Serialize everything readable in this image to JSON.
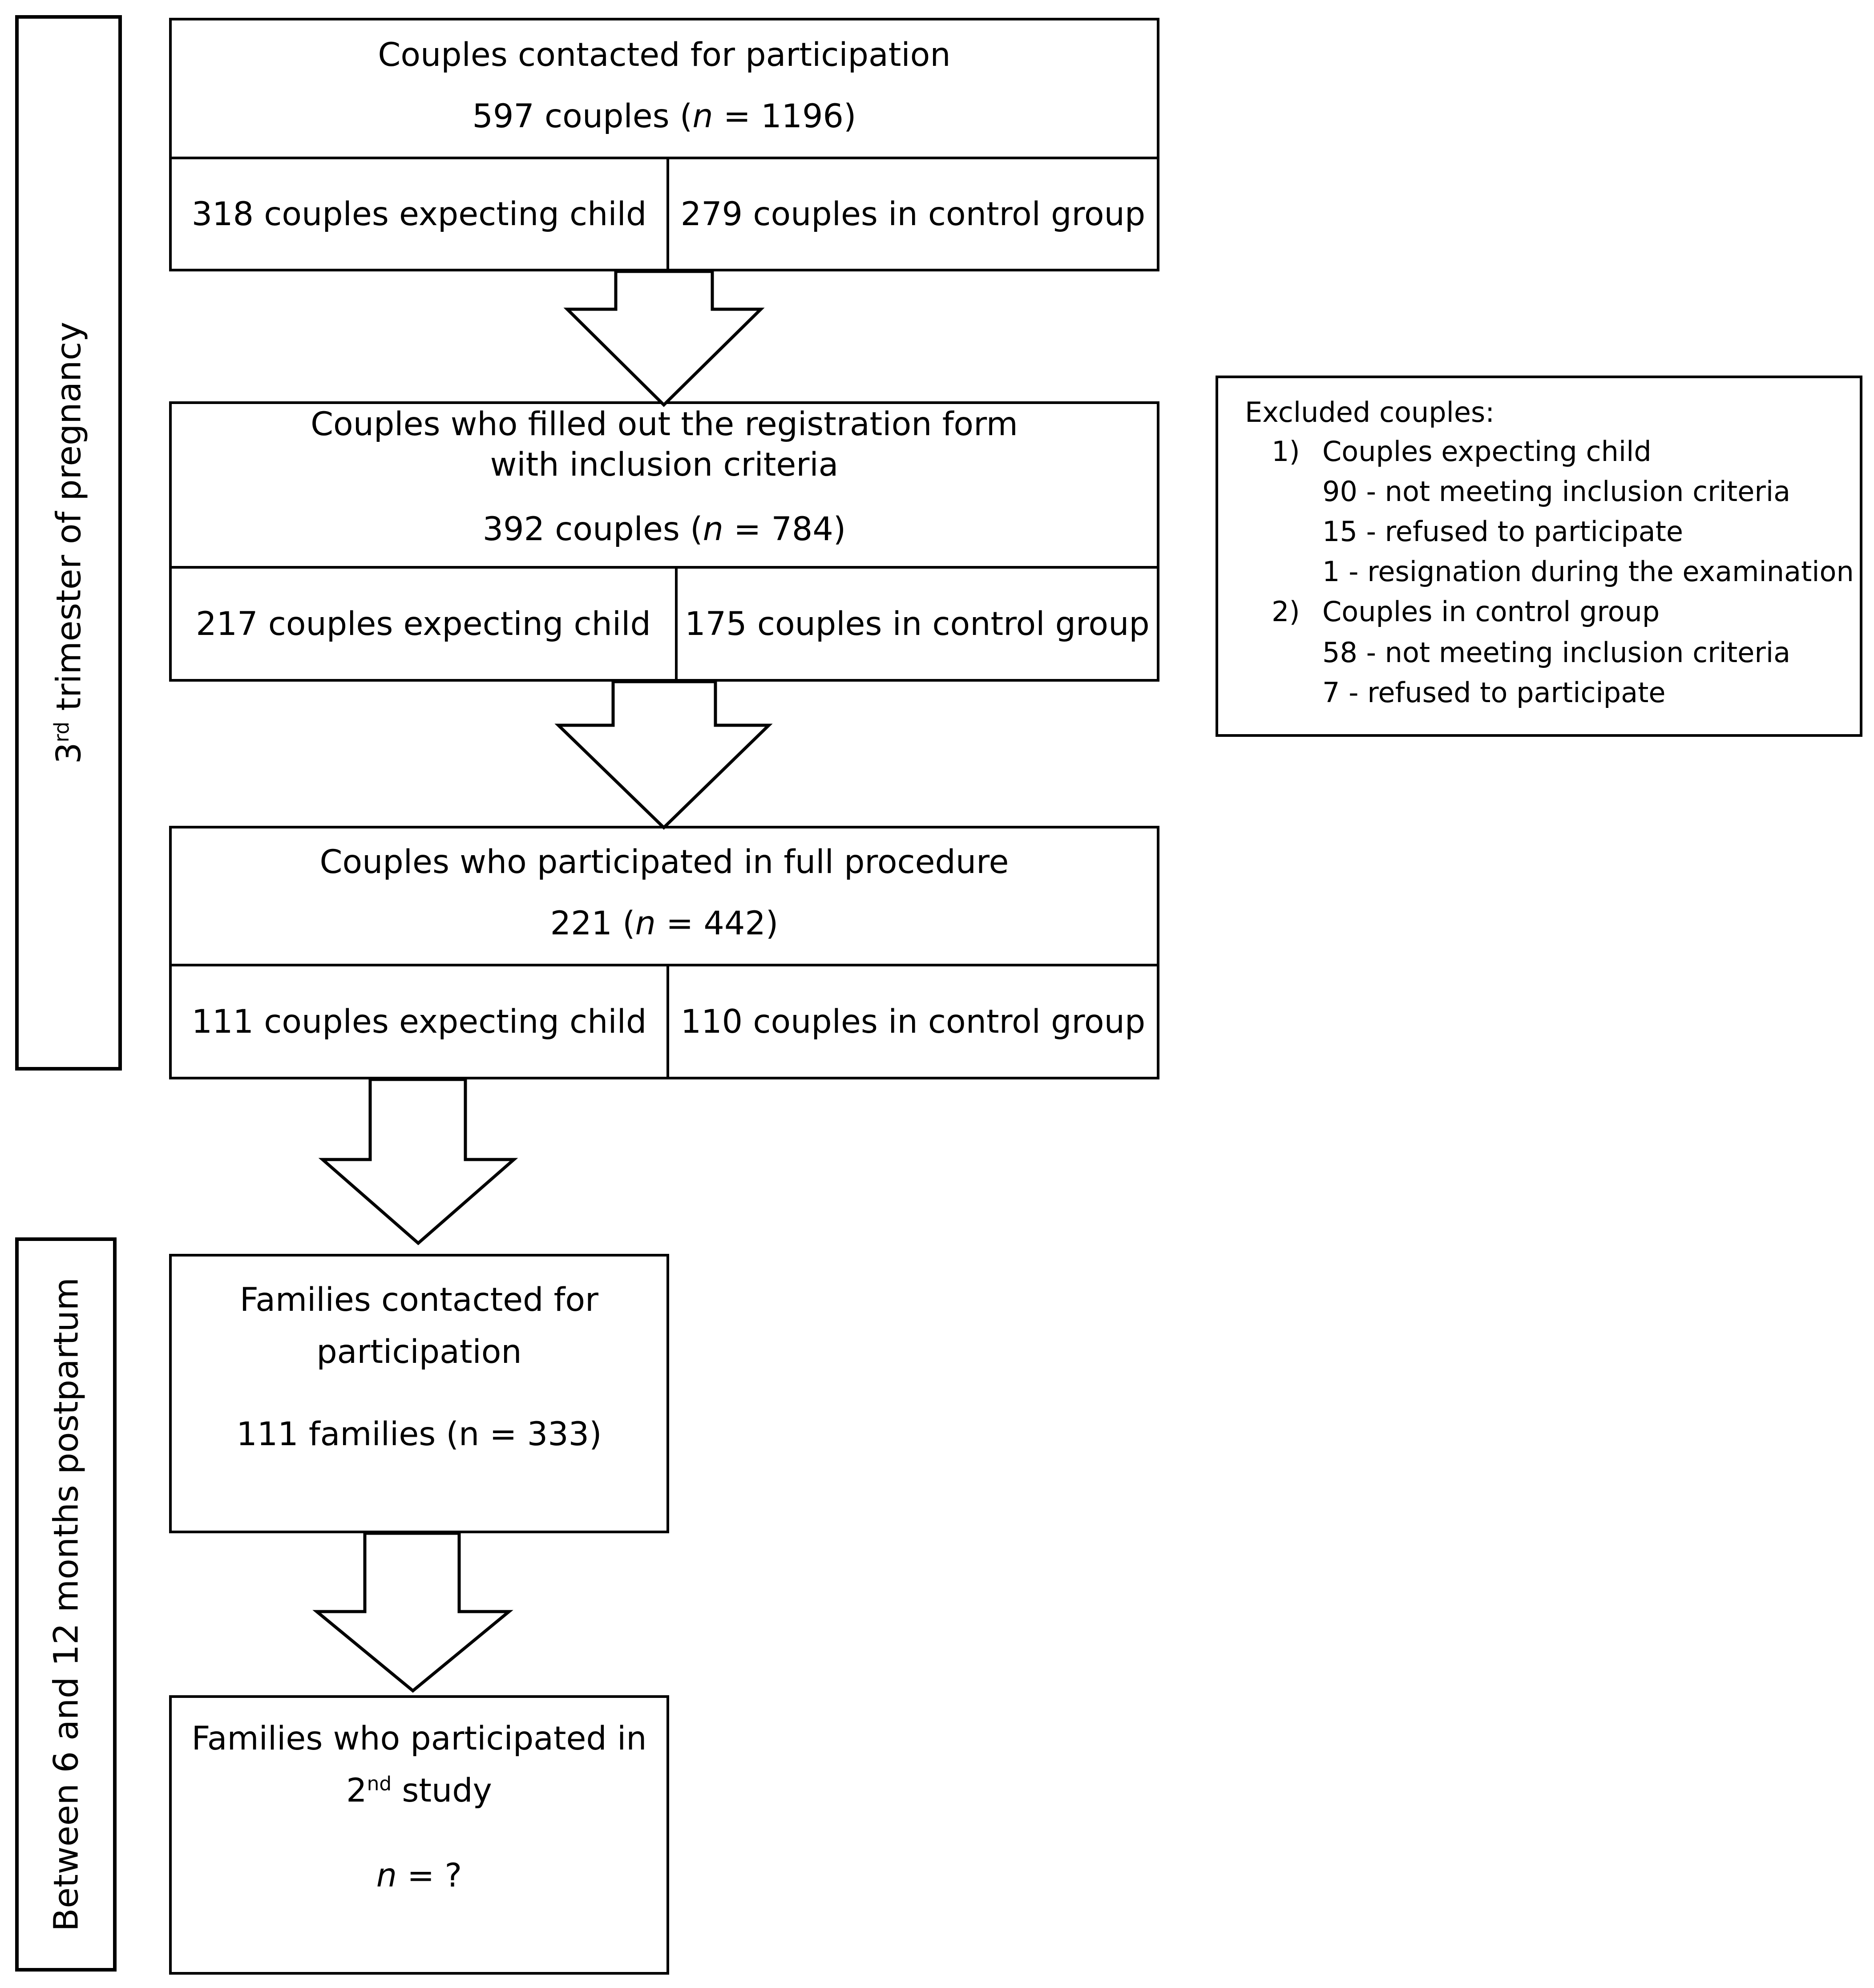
{
  "phases": {
    "pregnancy": {
      "pre": "3",
      "sup": "rd",
      "post": " trimester of pregnancy"
    },
    "postpartum": "Between 6 and 12 months postpartum"
  },
  "contacted": {
    "title": "Couples contacted for participation",
    "count_pre": "597 couples (",
    "n_symbol": "n",
    "count_post": " = 1196)",
    "left": "318 couples expecting child",
    "right": "279 couples in control group"
  },
  "registered": {
    "title": "Couples who filled out the registration form with inclusion criteria",
    "count_pre": "392 couples (",
    "n_symbol": "n",
    "count_post": " = 784)",
    "left": "217 couples expecting child",
    "right": "175 couples in control group"
  },
  "participated": {
    "title": "Couples who participated in full procedure",
    "count_pre": "221 (",
    "n_symbol": "n",
    "count_post": " = 442)",
    "left": "111 couples expecting child",
    "right": "110 couples in control group"
  },
  "families_contacted": {
    "title": "Families contacted for participation",
    "count": "111 families (n = 333)"
  },
  "families_participated": {
    "title_pre": "Families who participated in 2",
    "title_sup": "nd",
    "title_post": " study",
    "n_symbol": "n",
    "count_post": " = ?"
  },
  "excluded": {
    "heading": "Excluded couples:",
    "groups": [
      {
        "num": "1)",
        "label": "Couples expecting child",
        "items": [
          "90 - not meeting inclusion criteria",
          "15 - refused to participate",
          "1 - resignation during the examination"
        ]
      },
      {
        "num": "2)",
        "label": "Couples in control group",
        "items": [
          "58 - not meeting inclusion criteria",
          "7 - refused to participate"
        ]
      }
    ]
  }
}
